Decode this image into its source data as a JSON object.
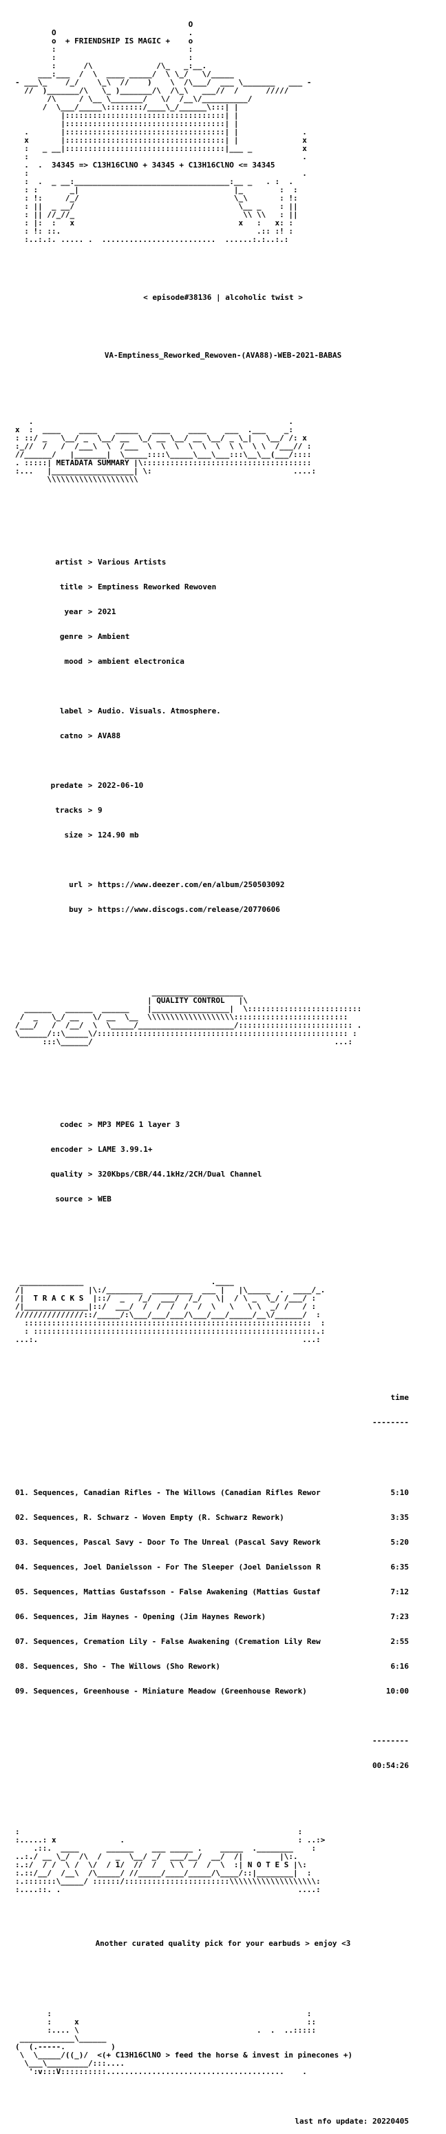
{
  "header": {
    "art_top": "                                      O                           \n        O                             .                           \n        o  + FRIENDSHIP IS MAGIC +    o                           \n        :                             :                           \n        :                             :                           \n        :      /\\              /\\_   _:__.                        \n     ___:___  /  \\  ____ _____/  \\ \\_/   \\/_____                  \n- ___\\_    /_/    \\_\\  //    )    \\  /\\___/  ___ \\_______   ___ - \n  //  )_______/\\   \\_ )_______/\\  /\\_\\   ___//  /      /////      \n       /\\     / \\__ \\_______/   \\/  /__\\/__________/              \n      /  \\___/_____\\::::::::/____\\_/______\\:::| |                 \n          |:::::::::::::::::::::::::::::::::::| |                 \n          |:::::::::::::::::::::::::::::::::::| |                 \n  .       |:::::::::::::::::::::::::::::::::::| |              .  \n  x       |:::::::::::::::::::::::::::::::::::| |              x  \n  :   _ __|:::::::::::::::::::::::::::::::::::|___ _           x  \n  :                                                            .  \n  .  .  34345 => C13H16ClNO + 34345 + C13H16ClNO <= 34345         \n  :                                                            .  \n  :  .  _ __:__________________________________:__ _   . :  .     \n  : :       _|                                  |_        :  :    \n  : !:     /_/                                  \\_\\       : !:    \n  : ||  _ __/                                    \\__ _    : ||    \n  : || //_//_                                     \\\\ \\\\   : ||    \n  : |:  :   x                                    x   :   x: :     \n  : !: ::.                                           .:: :! :     \n  :..:.:. ..... .  .........................  ......:.:..:.:     ",
    "episode": "< episode#38136 | alcoholic twist >",
    "release": "VA-Emptiness_Reworked_Rewoven-(AVA88)-WEB-2021-BABAS"
  },
  "metadata_section": {
    "art": "   .                                                        .    \nx  :  ____    ____    _____   ____    ____    ___  .___    _:    \n: ::/ _   \\__/ _  \\__/ __  \\_/ __ \\__/ __ \\__/ _ \\_|   \\__/ /: x \n:_//  /   /  /___\\  \\  /___  \\  \\  \\  \\  \\  \\  \\ \\  \\ \\  /___// : \n//______/   |_______|  \\_____::::\\_____\\___\\___:::\\__\\__(___/:::: \n. :::::| METADATA SUMMARY |\\::::::::::::::::::::::::::::::::::::: \n:...   |__________________| \\:                               ....: \n       \\\\\\\\\\\\\\\\\\\\\\\\\\\\\\\\\\\\\\\\                                      ",
    "fields": [
      {
        "key": "artist",
        "value": "Various Artists"
      },
      {
        "key": "title",
        "value": "Emptiness Reworked Rewoven"
      },
      {
        "key": "year",
        "value": "2021"
      },
      {
        "key": "genre",
        "value": "Ambient"
      },
      {
        "key": "mood",
        "value": "ambient electronica"
      }
    ],
    "label_fields": [
      {
        "key": "label",
        "value": "Audio. Visuals. Atmosphere."
      },
      {
        "key": "catno",
        "value": "AVA88"
      }
    ],
    "release_fields": [
      {
        "key": "predate",
        "value": "2022-06-10"
      },
      {
        "key": "tracks",
        "value": "9"
      },
      {
        "key": "size",
        "value": "124.90 mb"
      }
    ],
    "link_fields": [
      {
        "key": "url",
        "value": "https://www.deezer.com/en/album/250503092"
      },
      {
        "key": "buy",
        "value": "https://www.discogs.com/release/20770606"
      }
    ]
  },
  "quality_section": {
    "art": "                              ____________________                 \n                             | QUALITY CONTROL   |\\                \n  ______   ______  ______    |_________________|  \\::::::::::::::::::::::::: \n /  _   \\_/ __   \\/ __  \\__  \\\\\\\\\\\\\\\\\\\\\\\\\\\\\\\\\\\\\\::::::::::::::::::::::::: \n/___/   /  /__/  \\  \\_____/_____________________/::::::::::::::::::::::::: . \n\\______/::\\_____\\/::::::::::::::::::::::::::::::::::::::::::::::::::::::: : \n      :::\\______/                                                     ...: ",
    "fields": [
      {
        "key": "codec",
        "value": "MP3 MPEG 1 layer 3"
      },
      {
        "key": "encoder",
        "value": "LAME 3.99.1+"
      },
      {
        "key": "quality",
        "value": "320Kbps/CBR/44.1kHz/2CH/Dual Channel"
      },
      {
        "key": "source",
        "value": "WEB"
      }
    ]
  },
  "tracks_section": {
    "art": " ______________                            .____                 \n/|              |\\:/________  _________  ___ |   |\\_____  .  ____/_. \n/|  T R A C K S  |::/  _   /_/  ___/  /_/   \\|  / \\ _  \\_/ /___/ : \n/|______________|::/  ___/  /  /  /  /  /  \\   \\   \\ \\  _/ /   / : \n///////////////::/_____/:\\___/___/___/\\___/___/_____/__\\/______/  : \n  :::::::::::::::::::::::::::::::::::::::::::::::::::::::::::::::  : \n  : ::::::::::::::::::::::::::::::::::::::::::::::::::::::::::::::.: \n...:.                                                          ...: ",
    "time_header": "time",
    "time_rule": "--------",
    "tracks": [
      {
        "title": "01. Sequences, Canadian Rifles - The Willows (Canadian Rifles Rewor",
        "time": "5:10"
      },
      {
        "title": "02. Sequences, R. Schwarz - Woven Empty (R. Schwarz Rework)",
        "time": "3:35"
      },
      {
        "title": "03. Sequences, Pascal Savy - Door To The Unreal (Pascal Savy Rework",
        "time": "5:20"
      },
      {
        "title": "04. Sequences, Joel Danielsson - For The Sleeper (Joel Danielsson R",
        "time": "6:35"
      },
      {
        "title": "05. Sequences, Mattias Gustafsson - False Awakening (Mattias Gustaf",
        "time": "7:12"
      },
      {
        "title": "06. Sequences, Jim Haynes - Opening (Jim Haynes Rework)",
        "time": "7:23"
      },
      {
        "title": "07. Sequences, Cremation Lily - False Awakening (Cremation Lily Rew",
        "time": "2:55"
      },
      {
        "title": "08. Sequences, Sho - The Willows (Sho Rework)",
        "time": "6:16"
      },
      {
        "title": "09. Sequences, Greenhouse - Miniature Meadow (Greenhouse Rework)",
        "time": "10:00"
      }
    ],
    "total_rule": "--------",
    "total": "00:54:26"
  },
  "notes_section": {
    "art": ":                                                             :     \n:.....: x              .                                      : ..:> \n    .::.  ____      ______    ___ _____ .    _____  .________    :   \n..:./ __ \\_/  /\\  /   _  \\__/ _/  ___/__/  __/  /|        |\\:.     \n:.:/  / /  \\ /  \\/  / 1/  //  /   \\ \\  /  /  \\  :| N O T E S |\\:   \n:.::/__/  /__\\  /\\_____/ //_____/____/_____/\\____/::|________|  :  \n:.:::::::\\_____/ ::::::/:::::::::::::::::::::::\\\\\\\\\\\\\\\\\\\\\\\\\\\\\\\\\\\\\\:  \n:....::. .                                                    ....:  ",
    "text": "Another curated quality pick for your earbuds > enjoy <3"
  },
  "footer": {
    "art": "       :                                                        : \n       :     x                                                  ::\n       :.... \\                                       .  .  ..:::::\n ____________\\______                                              \n(  (.-----.          )                                            \n \\  \\_____/((_)/  <(+ C13H16ClNO > feed the horse & invest in pinecones +)\n  \\___\\_________/:::....                                          \n   ':v:::V::::::::::.......................................    .  ",
    "last_update": "last nfo update: 20220405"
  }
}
